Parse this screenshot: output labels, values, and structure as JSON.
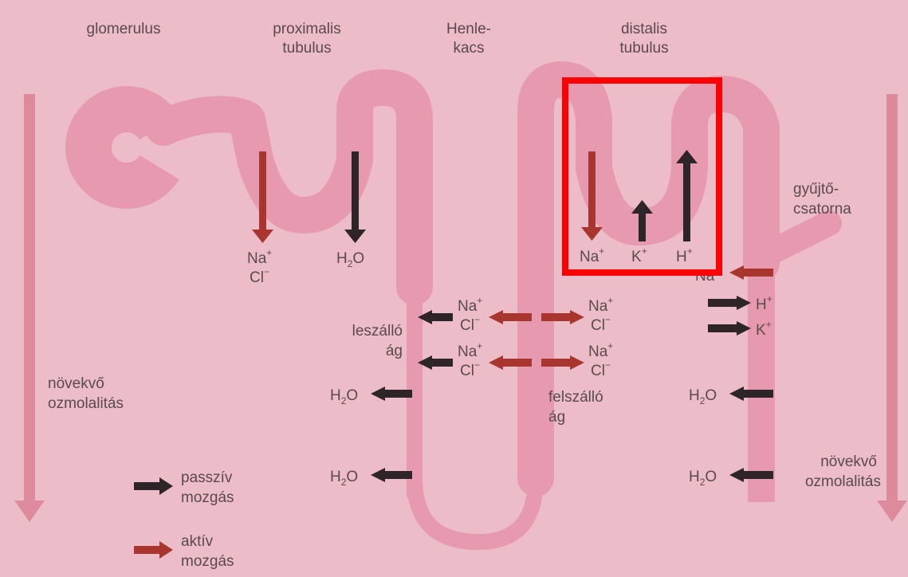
{
  "labels": {
    "glomerulus": "glomerulus",
    "proximalis_1": "proximalis",
    "proximalis_2": "tubulus",
    "henle_1": "Henle-",
    "henle_2": "kacs",
    "distalis_1": "distalis",
    "distalis_2": "tubulus",
    "gyujto_1": "gyűjtő-",
    "gyujto_2": "csatorna",
    "leszallo_1": "leszálló",
    "leszallo_2": "ág",
    "felszallo_1": "felszálló",
    "felszallo_2": "ág",
    "novekvo_left_1": "növekvő",
    "novekvo_left_2": "ozmolalitás",
    "novekvo_right_1": "növekvő",
    "novekvo_right_2": "ozmolalitás"
  },
  "legend": {
    "passive_1": "passzív",
    "passive_2": "mozgás",
    "active_1": "aktív",
    "active_2": "mozgás"
  },
  "ions": {
    "na": "Na",
    "cl": "Cl",
    "k": "K",
    "h": "H",
    "h2o_h": "H",
    "h2o_2": "2",
    "h2o_o": "O",
    "plus": "+",
    "minus": "−",
    "na_partial": "Na"
  },
  "colors": {
    "background": "#ecbdc9",
    "tubule": "#e79aaf",
    "tubule_edge": "#c06e86",
    "active_arrow": "#a8362f",
    "passive_arrow": "#2e2528",
    "gradient_arrow": "#dc8a9c",
    "highlight": "#ff0000"
  }
}
